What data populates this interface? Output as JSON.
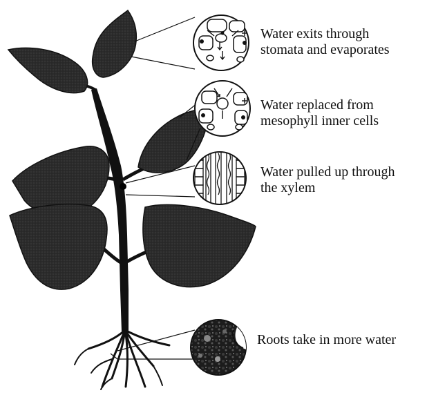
{
  "labels": {
    "stomata": {
      "line1": "Water exits through",
      "line2": "stomata and evaporates"
    },
    "mesophyll": {
      "line1": "Water replaced from",
      "line2": "mesophyll inner cells"
    },
    "xylem": {
      "line1": "Water pulled up through",
      "line2": "the xylem"
    },
    "roots": {
      "line1": "Roots take in more water"
    }
  },
  "colors": {
    "leaf_fill": "#2a2a2a",
    "stem": "#111111",
    "outline": "#000000",
    "background": "#ffffff"
  },
  "icons": [
    "plant-illustration",
    "stomata-cells-circle",
    "mesophyll-cells-circle",
    "xylem-vessels-circle",
    "root-soil-circle"
  ]
}
